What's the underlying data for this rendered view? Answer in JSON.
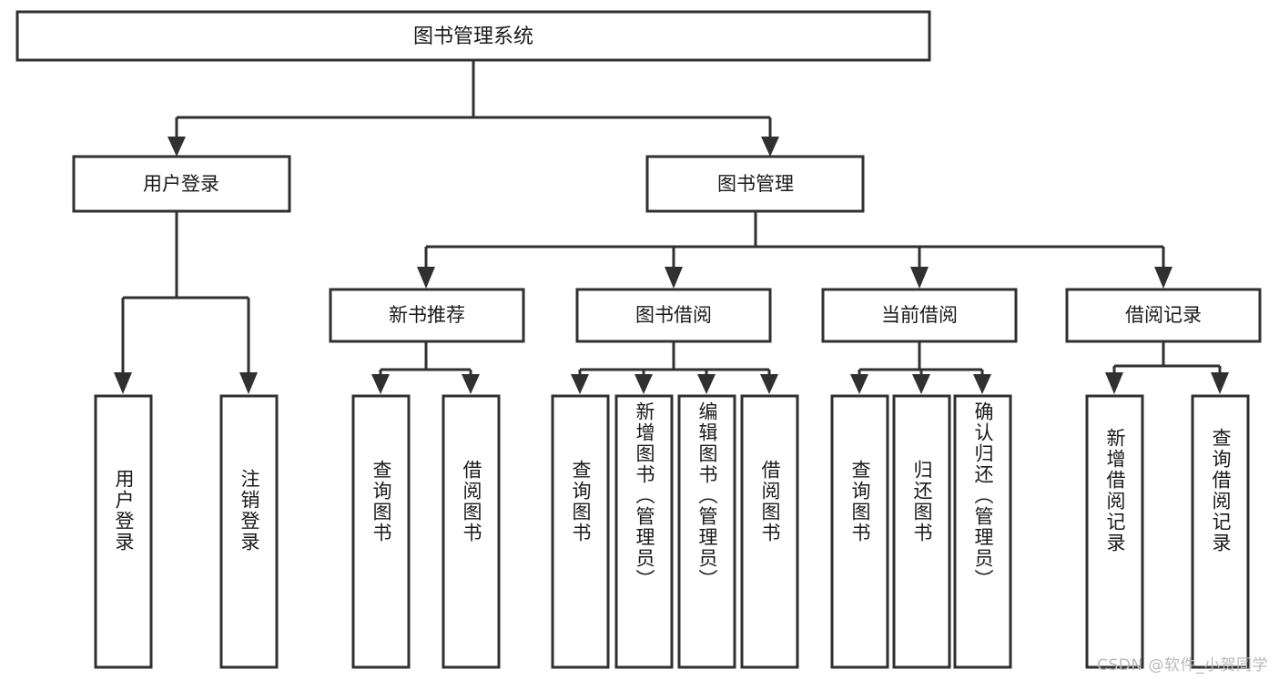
{
  "diagram": {
    "title": "图书管理系统",
    "type": "tree-hierarchy",
    "root": {
      "id": "root",
      "label": "图书管理系统"
    },
    "level2": [
      {
        "id": "user-login",
        "label": "用户登录"
      },
      {
        "id": "book-management",
        "label": "图书管理"
      }
    ],
    "level3": [
      {
        "id": "new-book-recommend",
        "label": "新书推荐",
        "parent": "book-management"
      },
      {
        "id": "book-borrow",
        "label": "图书借阅",
        "parent": "book-management"
      },
      {
        "id": "current-borrow",
        "label": "当前借阅",
        "parent": "book-management"
      },
      {
        "id": "borrow-record",
        "label": "借阅记录",
        "parent": "book-management"
      }
    ],
    "leaves": [
      {
        "id": "leaf-user-login",
        "label": "用户登录",
        "parent": "user-login"
      },
      {
        "id": "leaf-logout-login",
        "label": "注销登录",
        "parent": "user-login"
      },
      {
        "id": "leaf-query-book-1",
        "label": "查询图书",
        "parent": "new-book-recommend"
      },
      {
        "id": "leaf-borrow-book-1",
        "label": "借阅图书",
        "parent": "new-book-recommend"
      },
      {
        "id": "leaf-query-book-2",
        "label": "查询图书",
        "parent": "book-borrow"
      },
      {
        "id": "leaf-add-book",
        "label": "新增图书（管理员）",
        "parent": "book-borrow"
      },
      {
        "id": "leaf-edit-book",
        "label": "编辑图书（管理员）",
        "parent": "book-borrow"
      },
      {
        "id": "leaf-borrow-book-2",
        "label": "借阅图书",
        "parent": "book-borrow"
      },
      {
        "id": "leaf-query-book-3",
        "label": "查询图书",
        "parent": "current-borrow"
      },
      {
        "id": "leaf-return-book",
        "label": "归还图书",
        "parent": "current-borrow"
      },
      {
        "id": "leaf-confirm-return",
        "label": "确认归还（管理员）",
        "parent": "current-borrow"
      },
      {
        "id": "leaf-add-record",
        "label": "新增借阅记录",
        "parent": "borrow-record"
      },
      {
        "id": "leaf-query-record",
        "label": "查询借阅记录",
        "parent": "borrow-record"
      }
    ]
  },
  "watermark": {
    "text": "CSDN @软件_小贺同学"
  },
  "colors": {
    "stroke": "#303030",
    "fill": "#ffffff",
    "text": "#1a1a1a",
    "watermark": "#b9b9b9"
  }
}
